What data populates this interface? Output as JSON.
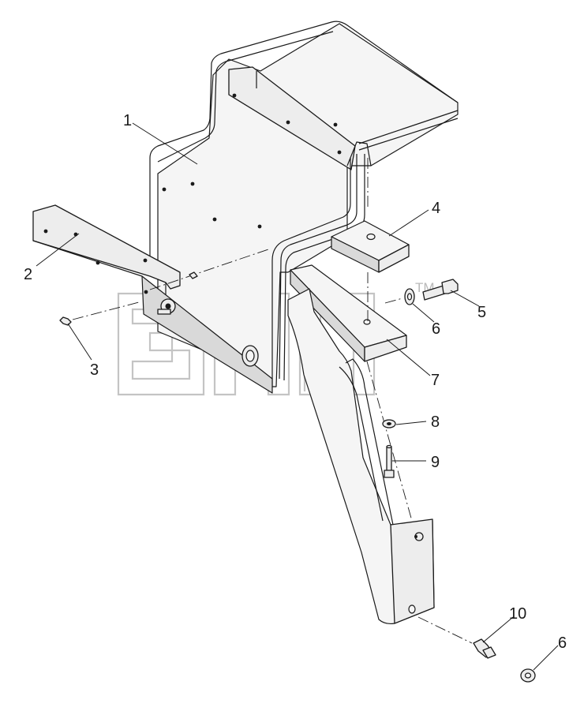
{
  "diagram": {
    "callouts": [
      {
        "id": "c1",
        "label": "1"
      },
      {
        "id": "c2",
        "label": "2"
      },
      {
        "id": "c3",
        "label": "3"
      },
      {
        "id": "c4",
        "label": "4"
      },
      {
        "id": "c5",
        "label": "5"
      },
      {
        "id": "c6a",
        "label": "6"
      },
      {
        "id": "c7",
        "label": "7"
      },
      {
        "id": "c8",
        "label": "8"
      },
      {
        "id": "c9",
        "label": "9"
      },
      {
        "id": "c10",
        "label": "10"
      },
      {
        "id": "c6b",
        "label": "6"
      }
    ],
    "watermark": {
      "mark": "TM"
    }
  }
}
